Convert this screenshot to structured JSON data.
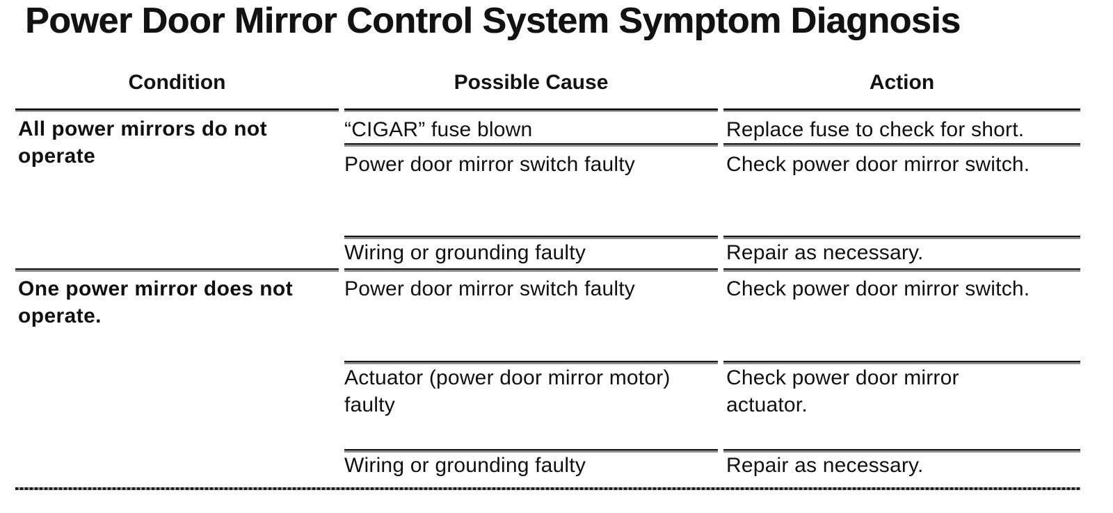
{
  "title": "Power Door Mirror Control System Symptom Diagnosis",
  "table": {
    "headers": {
      "condition": "Condition",
      "possible_cause": "Possible Cause",
      "action": "Action"
    },
    "groups": [
      {
        "condition": "All power mirrors do not operate",
        "rows": [
          {
            "cause": "“CIGAR” fuse blown",
            "action": "Replace fuse to check for short."
          },
          {
            "cause": "Power door mirror switch faulty",
            "action": "Check power door mirror switch."
          },
          {
            "cause": "Wiring or grounding faulty",
            "action": "Repair as necessary."
          }
        ]
      },
      {
        "condition": "One power mirror does not operate.",
        "rows": [
          {
            "cause": "Power door mirror switch faulty",
            "action": "Check power door mirror switch."
          },
          {
            "cause": "Actuator (power door mirror motor) faulty",
            "action": "Check power door mirror actuator."
          },
          {
            "cause": "Wiring or grounding faulty",
            "action": "Repair as necessary."
          }
        ]
      }
    ]
  },
  "colors": {
    "ink": "#121212",
    "background": "#ffffff",
    "rule_echo": "#8d8d8d"
  }
}
